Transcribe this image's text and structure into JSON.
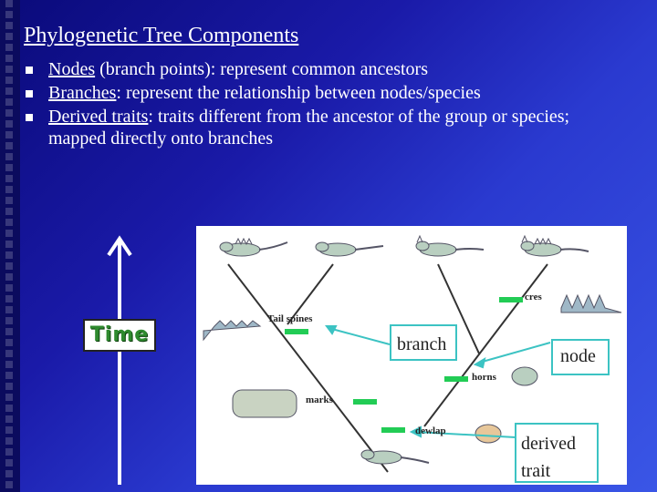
{
  "slide": {
    "title": "Phylogenetic Tree Components",
    "bullets": [
      {
        "term": "Nodes",
        "text": " (branch points): represent common ancestors"
      },
      {
        "term": "Branches",
        "text": ": represent the relationship between nodes/species"
      },
      {
        "term": "Derived traits",
        "text": ": traits different from the ancestor of the group or species; mapped directly onto branches"
      }
    ]
  },
  "time_label": "Time",
  "figure": {
    "trait_labels": {
      "tail_spines": "Tail spines",
      "cres": "cres",
      "horns": "horns",
      "marks": "marks",
      "dewlap": "dewlap"
    },
    "colors": {
      "trait_marker": "#22cc55",
      "callout_border": "#3cc3c3",
      "arrow": "#ffffff"
    }
  },
  "callouts": {
    "branch": "branch",
    "node": "node",
    "derived_trait": "derived trait"
  }
}
